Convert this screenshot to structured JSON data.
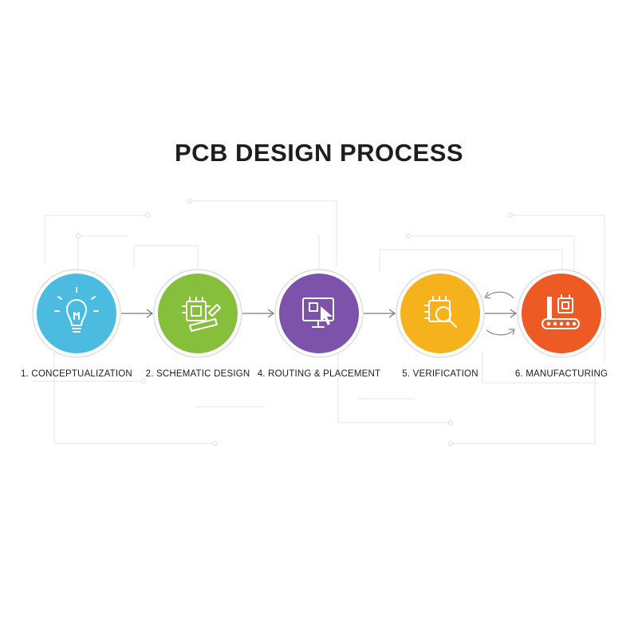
{
  "title": "PCB DESIGN PROCESS",
  "steps": [
    {
      "label": "1. CONCEPTUALIZATION",
      "icon": "lightbulb-icon",
      "color": "#4bbcdf"
    },
    {
      "label": "2. SCHEMATIC DESIGN",
      "icon": "chip-ruler-pencil-icon",
      "color": "#86bf3b"
    },
    {
      "label": "4. ROUTING & PLACEMENT",
      "icon": "monitor-cursor-icon",
      "color": "#7d52aa"
    },
    {
      "label": "5. VERIFICATION",
      "icon": "chip-magnifier-icon",
      "color": "#f6b21c"
    },
    {
      "label": "6. MANUFACTURING",
      "icon": "factory-conveyor-icon",
      "color": "#ee5a24"
    }
  ],
  "connectors": {
    "arrow_color": "#7a7a7a",
    "feedback_loop": "between-verification-and-manufacturing"
  }
}
